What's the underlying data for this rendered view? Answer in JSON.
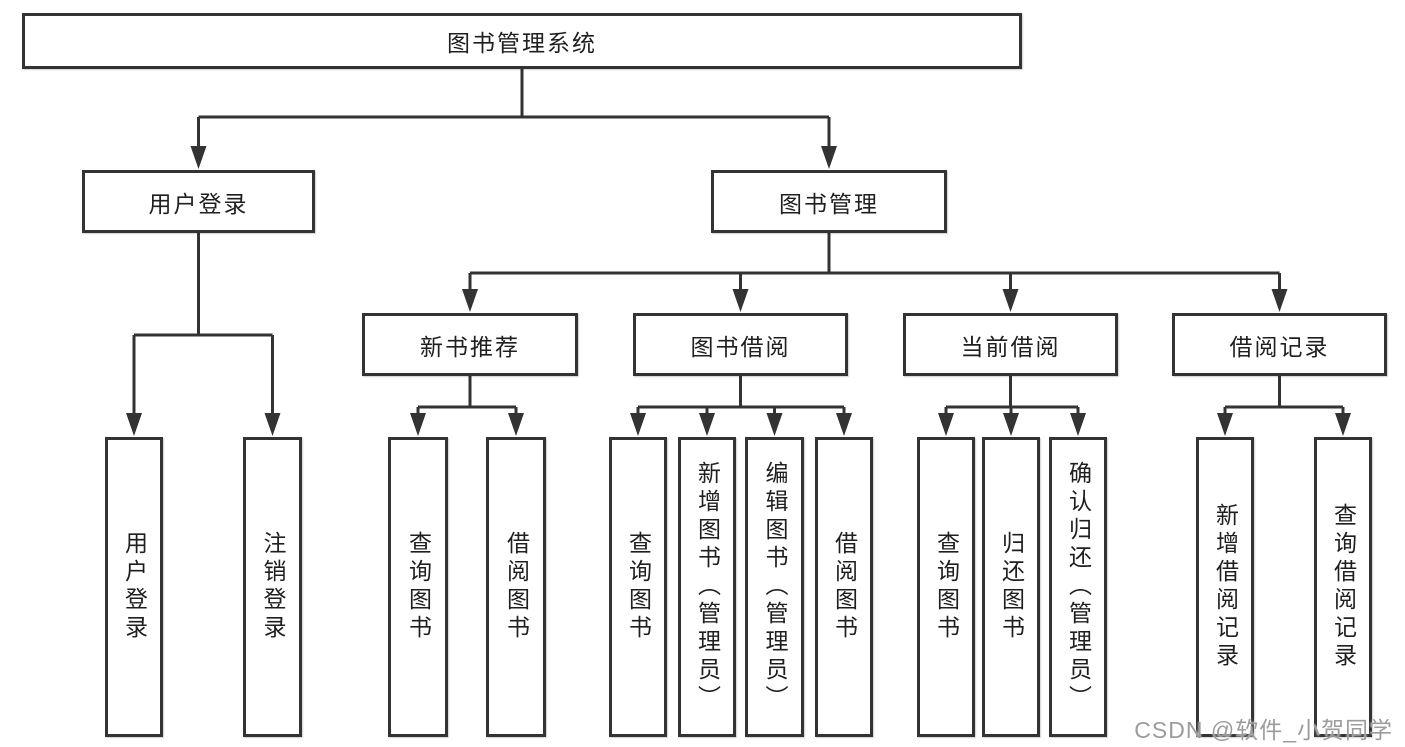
{
  "tree": {
    "label": "图书管理系统",
    "children": [
      {
        "label": "用户登录",
        "children": [
          {
            "label": "用户登录"
          },
          {
            "label": "注销登录"
          }
        ]
      },
      {
        "label": "图书管理",
        "children": [
          {
            "label": "新书推荐",
            "children": [
              {
                "label": "查询图书"
              },
              {
                "label": "借阅图书"
              }
            ]
          },
          {
            "label": "图书借阅",
            "children": [
              {
                "label": "查询图书"
              },
              {
                "label": "新增图书（管理员）"
              },
              {
                "label": "编辑图书（管理员）"
              },
              {
                "label": "借阅图书"
              }
            ]
          },
          {
            "label": "当前借阅",
            "children": [
              {
                "label": "查询图书"
              },
              {
                "label": "归还图书"
              },
              {
                "label": "确认归还（管理员）"
              }
            ]
          },
          {
            "label": "借阅记录",
            "children": [
              {
                "label": "新增借阅记录"
              },
              {
                "label": "查询借阅记录"
              }
            ]
          }
        ]
      }
    ]
  },
  "watermark": {
    "text": "CSDN @软件_小贺同学",
    "color": "#9c9c9c"
  },
  "colors": {
    "line": "#333333",
    "box_border": "#333333",
    "text": "#1f1f1f",
    "background": "#ffffff"
  }
}
